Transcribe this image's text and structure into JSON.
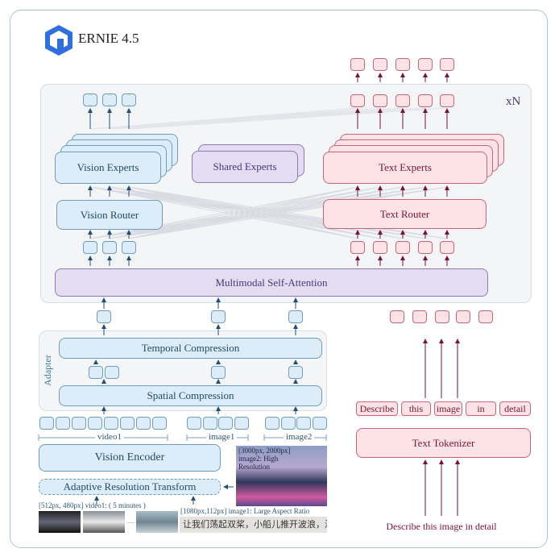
{
  "logo": {
    "title": "ERNIE 4.5",
    "icon": "ernie-hexagon-logo"
  },
  "layer_repeat": "xN",
  "experts": {
    "vision": "Vision Experts",
    "shared": "Shared Experts",
    "text": "Text Experts"
  },
  "routers": {
    "vision": "Vision Router",
    "text": "Text Router"
  },
  "attention": "Multimodal Self-Attention",
  "adapter": {
    "label": "Adapter",
    "temporal": "Temporal Compression",
    "spatial": "Spatial Compression"
  },
  "segments": {
    "video1": "video1",
    "image1": "image1",
    "image2": "image2"
  },
  "vision_encoder": "Vision Encoder",
  "adaptive_resolution": "Adaptive Resolution Transform",
  "inputs": {
    "image2_caption": "[3000px, 2000px] image2: High Resolution",
    "video1_caption": "[512px, 480px] video1: ( 5 minutes )",
    "video_ellipsis": ".....",
    "image1_caption": "[1080px,112px] image1: Large Aspect Ratio",
    "image1_text": "让我们荡起双桨，小船儿推开波浪，海面"
  },
  "text_tokens": [
    "Describe",
    "this",
    "image",
    "in",
    "detail"
  ],
  "tokenizer": "Text Tokenizer",
  "prompt": "Describe this image in detail",
  "colors": {
    "vision": "#dcedf9",
    "text": "#fde2e6",
    "shared": "#e4ddf2",
    "vision_arrow": "#1f4e79",
    "text_arrow": "#7a1035"
  }
}
